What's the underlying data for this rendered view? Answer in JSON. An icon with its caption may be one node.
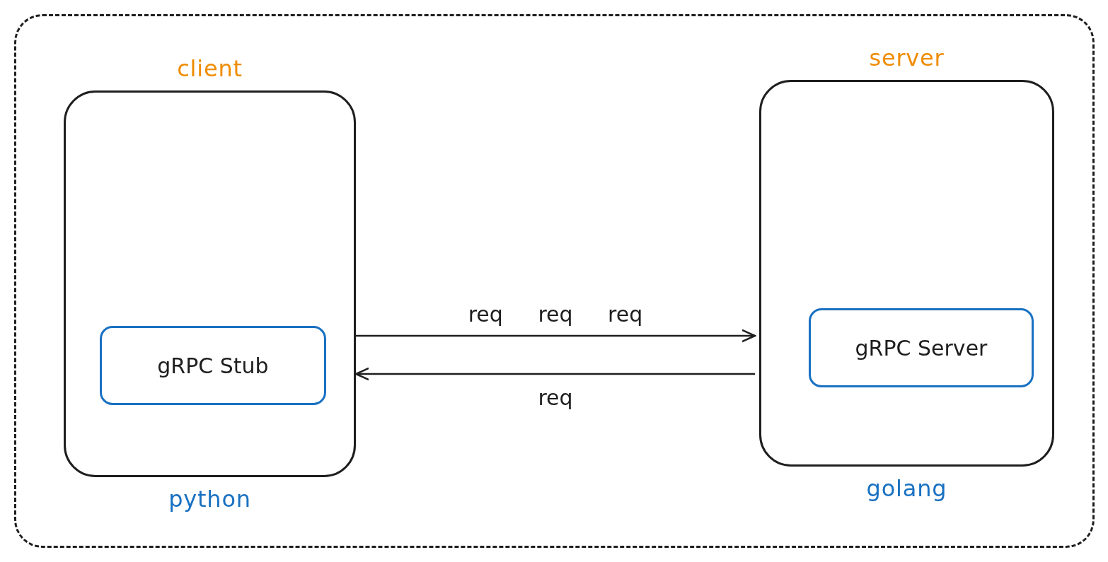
{
  "diagram": {
    "nodes": [
      {
        "text": [],
        "shape": "box"
      },
      {
        "text": [
          "client"
        ],
        "beside": [
          "python"
        ],
        "in": 0
      },
      {
        "text": [
          "gRPC Stub"
        ],
        "in": 1
      },
      {
        "text": [
          "server"
        ],
        "beside": [
          "golang"
        ],
        "in": 0
      },
      {
        "text": [
          "gRPC Server"
        ],
        "in": 3
      }
    ],
    "edges": [
      {
        "from": 1,
        "to": 3,
        "arrow": "to",
        "label": "req req req"
      },
      {
        "from": 3,
        "to": 1,
        "arrow": "to",
        "label": "req"
      }
    ]
  }
}
